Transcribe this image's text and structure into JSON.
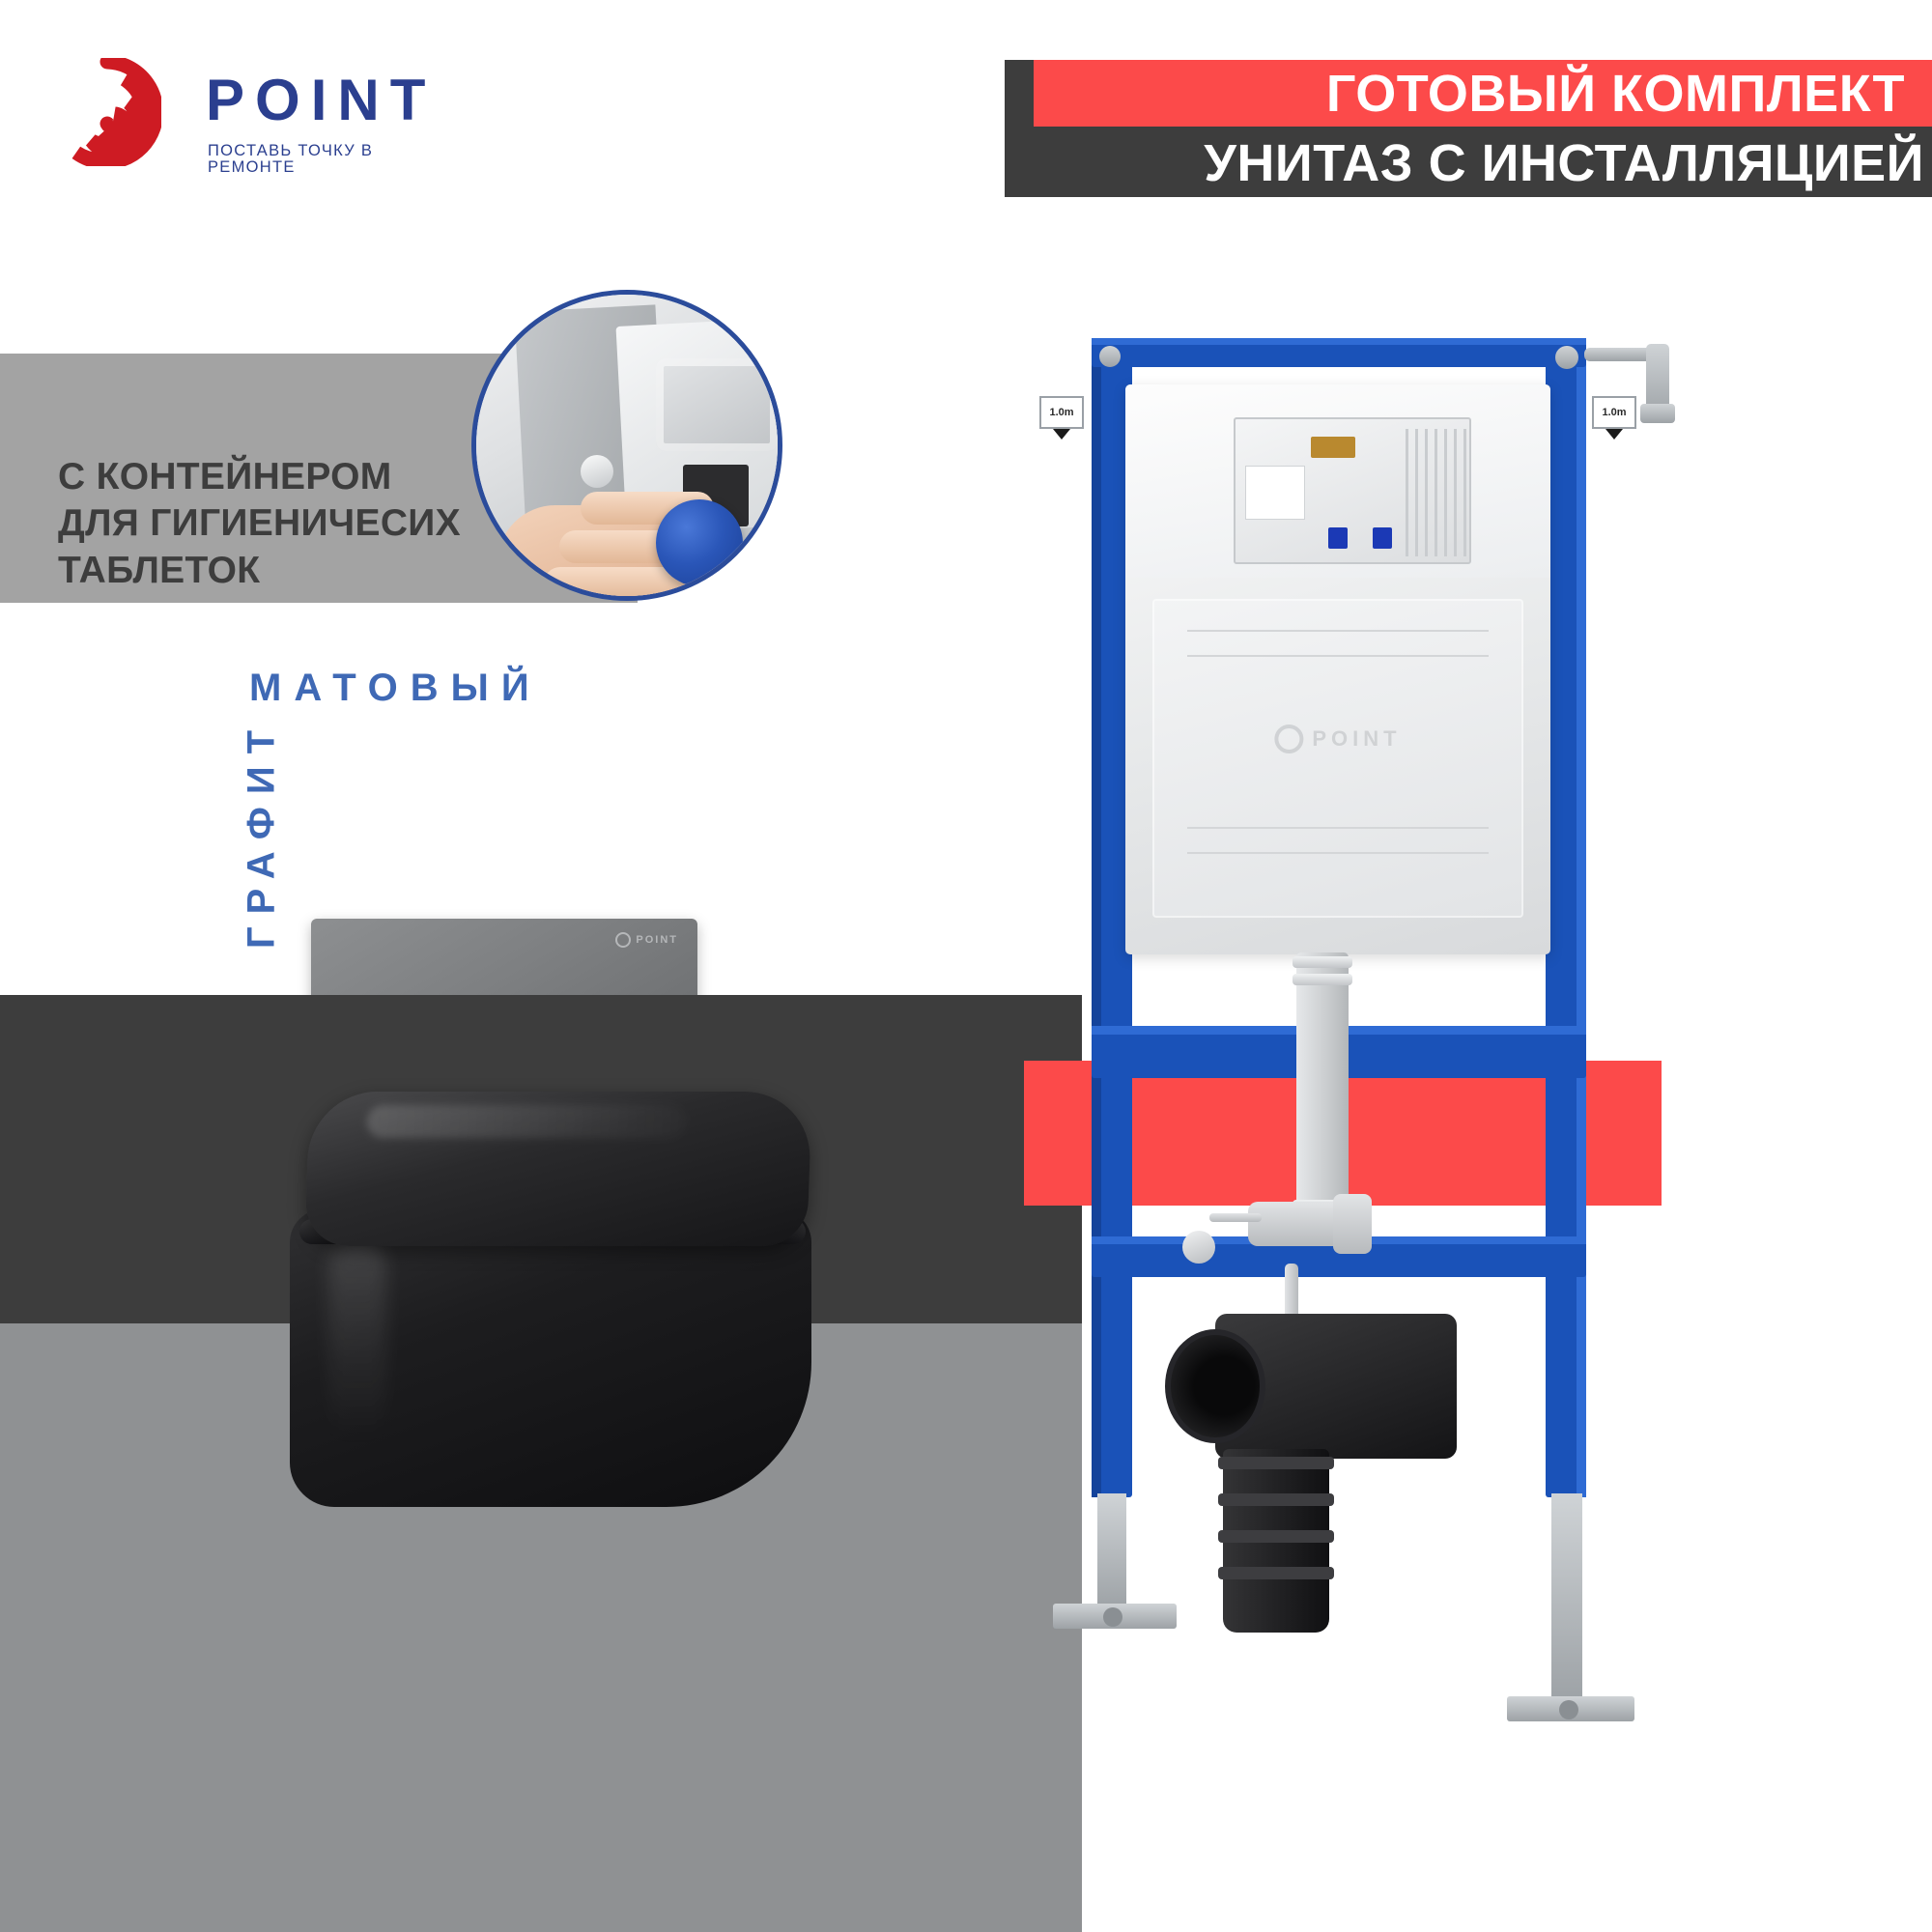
{
  "brand": {
    "name": "POINT",
    "tagline": "ПОСТАВЬ ТОЧКУ В РЕМОНТЕ",
    "logo_icon": "spiral-icon",
    "logo_red": "#CE1B23",
    "logo_blue": "#2B3F8F"
  },
  "banner": {
    "line1": "ГОТОВЫЙ КОМПЛЕКТ",
    "line2": "УНИТАЗ С ИНСТАЛЛЯЦИЕЙ",
    "red": "#FC4A4A",
    "dark": "#3D3D3D",
    "text_color": "#FFFFFF"
  },
  "feature": {
    "line1": "С КОНТЕЙНЕРОМ",
    "line2": "ДЛЯ ГИГИЕНИЧЕСИХ",
    "line3": "ТАБЛЕТОК",
    "panel_color": "#A3A3A3",
    "text_color": "#3D3D3D",
    "inset": {
      "icon": "hand-with-tablet-icon",
      "border_color": "#2B4C9B",
      "tablet_color": "#2A56B8"
    }
  },
  "color_labels": {
    "graphite": "ГРАФИТ",
    "matte": "МАТОВЫЙ",
    "color": "#3F69B5"
  },
  "flush_plate": {
    "name": "flush-plate",
    "finish_color": "#7D7F81",
    "logo_text": "POINT",
    "logo_icon": "spiral-icon",
    "buttons": [
      "full-flush",
      "half-flush"
    ]
  },
  "toilet": {
    "name": "wall-hung-toilet",
    "color": "#141416",
    "finish": "МАТОВЫЙ"
  },
  "installation": {
    "name": "installation-frame",
    "frame_color": "#1A52B8",
    "cistern_color": "#EFF1F2",
    "cistern_logo_text": "POINT",
    "scale_tags": [
      "1.0m",
      "1.0m"
    ],
    "scale_marker_icon": "down-triangle-icon"
  },
  "bands": {
    "dark": "#3D3D3D",
    "gray": "#8F9193",
    "red": "#FC4A4A"
  }
}
